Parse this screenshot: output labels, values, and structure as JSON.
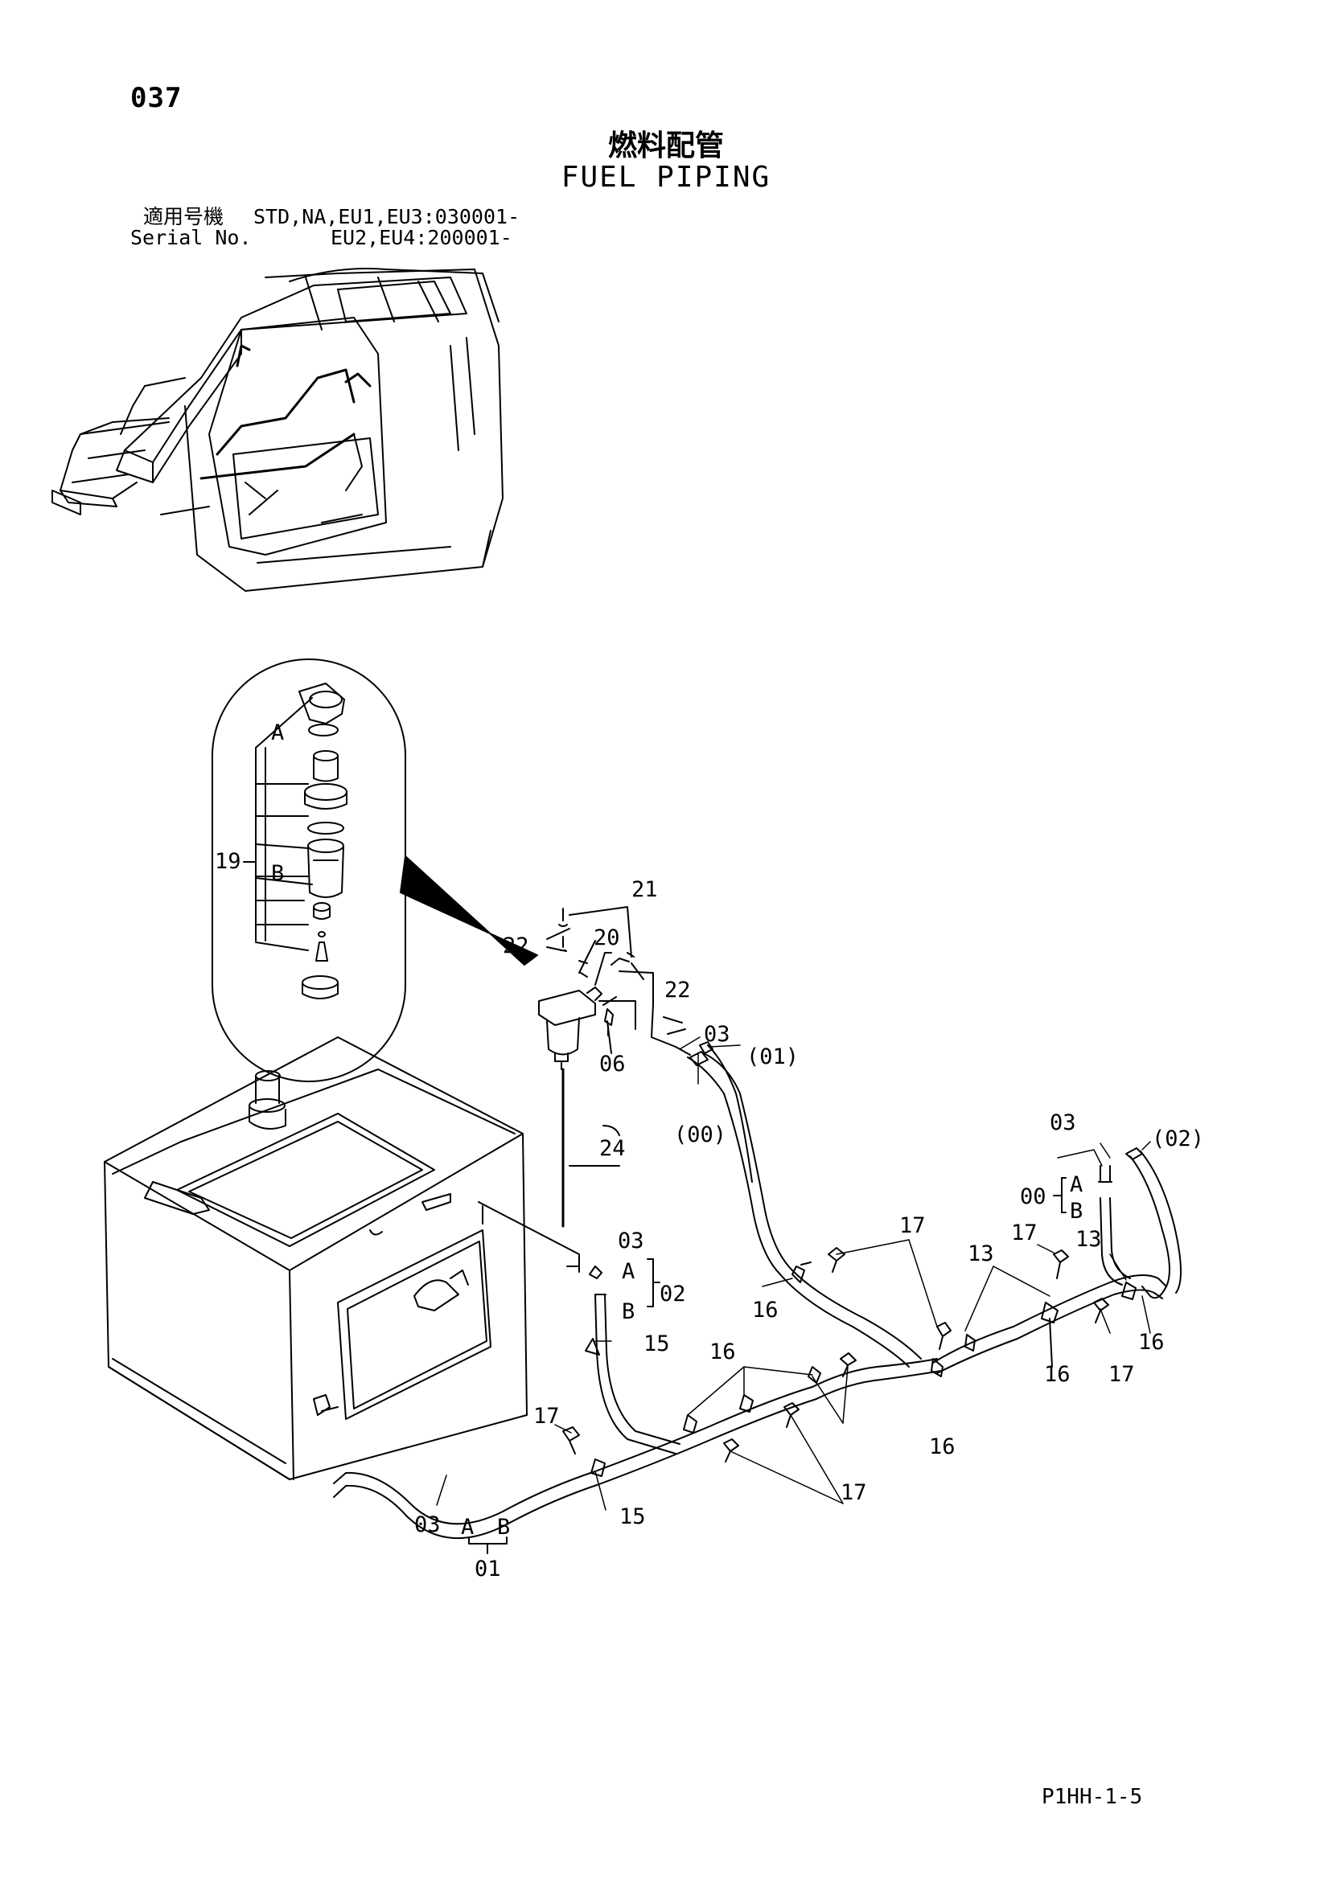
{
  "page": {
    "number": "037",
    "footer_code": "P1HH-1-5"
  },
  "title": {
    "jp": "燃料配管",
    "en": "FUEL PIPING"
  },
  "serial": {
    "label_jp": "適用号機",
    "label_en": "Serial No.",
    "line1": "STD,NA,EU1,EU3:030001-",
    "line2": "EU2,EU4:200001-"
  },
  "callouts": {
    "p19": "19",
    "pA_detail": "A",
    "pB_detail": "B",
    "p21": "21",
    "p20": "20",
    "p22a": "22",
    "p22b": "22",
    "p06": "06",
    "p24": "24",
    "p03a": "03",
    "p01a": "(01)",
    "p00a": "(00)",
    "p03b": "03",
    "p02a": "(02)",
    "p00b": "00",
    "pA00": "A",
    "pB00": "B",
    "p17a": "17",
    "p13a": "13",
    "p17b": "17",
    "p13b": "13",
    "p16a": "16",
    "p16b": "16",
    "p16c": "16",
    "p17c": "17",
    "p16d": "16",
    "p03c": "03",
    "pA02": "A",
    "pB02": "B",
    "p02b": "02",
    "p15a": "15",
    "p16e": "16",
    "p17d": "17",
    "p15b": "15",
    "p17e": "17",
    "p03d": "03",
    "pA01": "A",
    "pB01": "B",
    "p01b": "01"
  }
}
